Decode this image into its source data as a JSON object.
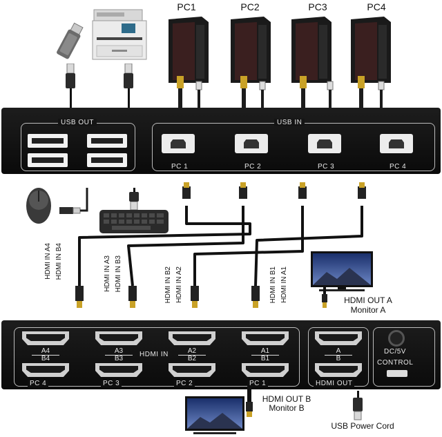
{
  "pcs": [
    "PC1",
    "PC2",
    "PC3",
    "PC4"
  ],
  "top_panel": {
    "usb_out_label": "USB OUT",
    "usb_in_label": "USB IN",
    "port_labels": [
      "PC 1",
      "PC 2",
      "PC 3",
      "PC 4"
    ]
  },
  "hdmi_inputs": [
    "HDMI IN B4",
    "HDMI IN A4",
    "HDMI IN B3",
    "HDMI IN A3",
    "HDMI IN A2",
    "HDMI IN B2",
    "HDMI IN A1",
    "HDMI IN B1"
  ],
  "hdmi_out_a": {
    "line1": "HDMI OUT A",
    "line2": "Monitor A"
  },
  "hdmi_out_b": {
    "line1": "HDMI OUT B",
    "line2": "Monitor B"
  },
  "power_cord_label": "USB Power Cord",
  "bottom_panel": {
    "port_tops": [
      "A4",
      "A3",
      "A2",
      "A1",
      "A"
    ],
    "port_bottoms": [
      "B4",
      "B3",
      "B2",
      "B1",
      "B"
    ],
    "hdmi_in_label": "HDMI IN",
    "pc_labels": [
      "PC 4",
      "PC 3",
      "PC 2",
      "PC 1"
    ],
    "hdmi_out_label": "HDMI OUT",
    "dc_label": "DC/5V",
    "control_label": "CONTROL"
  },
  "icons": [
    "usb-flash-drive-icon",
    "printer-icon",
    "desktop-tower-icon",
    "wireless-mouse-icon",
    "keyboard-icon",
    "monitor-icon",
    "hdmi-plug-icon",
    "usb-plug-icon"
  ]
}
